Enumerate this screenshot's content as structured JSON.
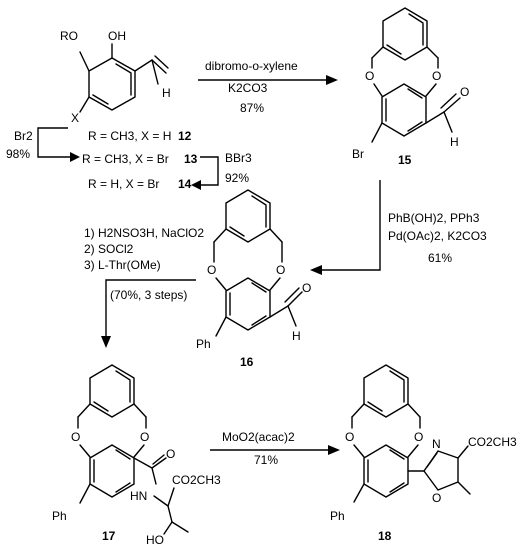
{
  "scheme": {
    "step1": {
      "reagent_line1": "dibromo-o-xylene",
      "reagent_line2": "K2CO3",
      "yield": "87%"
    },
    "step_br2": {
      "reagent": "Br2",
      "yield": "98%"
    },
    "step_bbr3": {
      "reagent": "BBr3",
      "yield": "92%"
    },
    "step_suzuki": {
      "line1": "PhB(OH)2, PPh3",
      "line2": "Pd(OAc)2, K2CO3",
      "yield": "61%"
    },
    "step_amide": {
      "line1": "1) H2NSO3H, NaClO2",
      "line2": "2) SOCl2",
      "line3": "3) L-Thr(OMe)",
      "line4": "(70%, 3 steps)"
    },
    "step_cyclize": {
      "reagent": "MoO2(acac)2",
      "yield": "71%"
    },
    "substituent_rows": [
      {
        "text": "R = CH3, X = H",
        "compound": "12"
      },
      {
        "text": "R = CH3, X = Br",
        "compound": "13"
      },
      {
        "text": "R = H,  X = Br",
        "compound": "14"
      }
    ],
    "compounds": {
      "c15": "15",
      "c16": "16",
      "c17": "17",
      "c18": "18"
    },
    "atoms": {
      "RO": "RO",
      "OH": "OH",
      "X": "X",
      "H": "H",
      "O": "O",
      "Br": "Br",
      "Ph": "Ph",
      "N": "N",
      "HN": "HN",
      "CO2CH3": "CO2CH3",
      "HO": "HO"
    }
  }
}
